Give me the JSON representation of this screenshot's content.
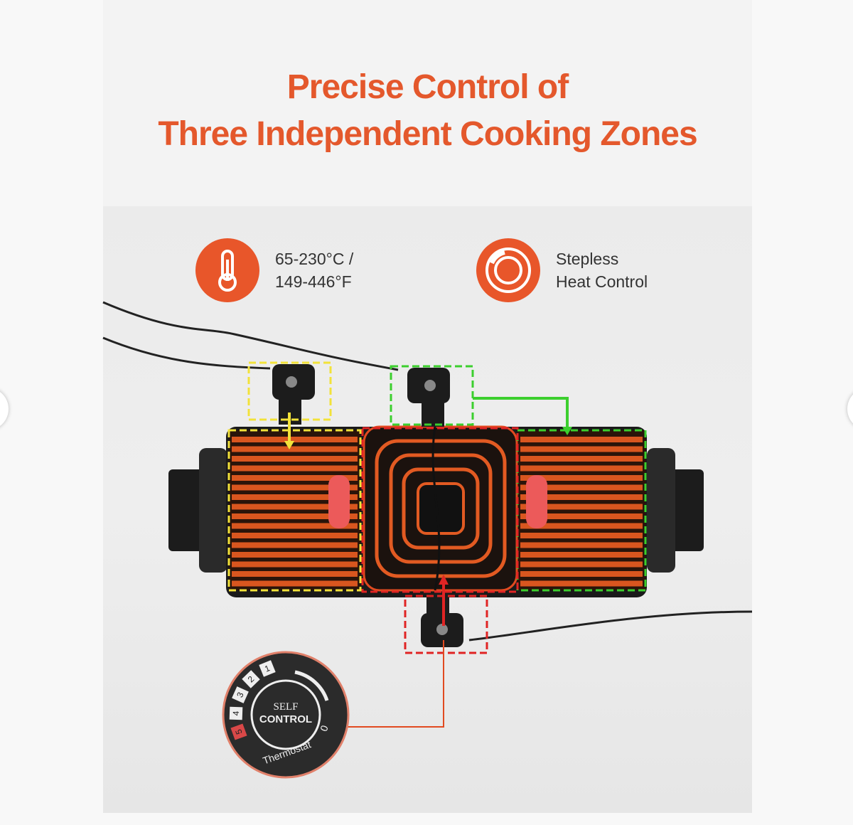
{
  "title": {
    "line1": "Precise Control of",
    "line2": "Three Independent Cooking Zones"
  },
  "features": [
    {
      "icon": "thermometer-icon",
      "line1": "65-230°C /",
      "line2": "149-446°F"
    },
    {
      "icon": "heat-dial-icon",
      "line1": "Stepless",
      "line2": "Heat Control"
    }
  ],
  "knob": {
    "line1": "SELF",
    "line2": "CONTROL",
    "arc_text": "Thermostat",
    "marks": [
      "5",
      "4",
      "3",
      "2",
      "1"
    ],
    "off": "0"
  },
  "colors": {
    "accent": "#e4582c",
    "zone_left": "#f2e23a",
    "zone_right": "#3ccf2e",
    "zone_center": "#e02424"
  },
  "carousel": {
    "prev": "carousel-prev",
    "next": "carousel-next"
  }
}
